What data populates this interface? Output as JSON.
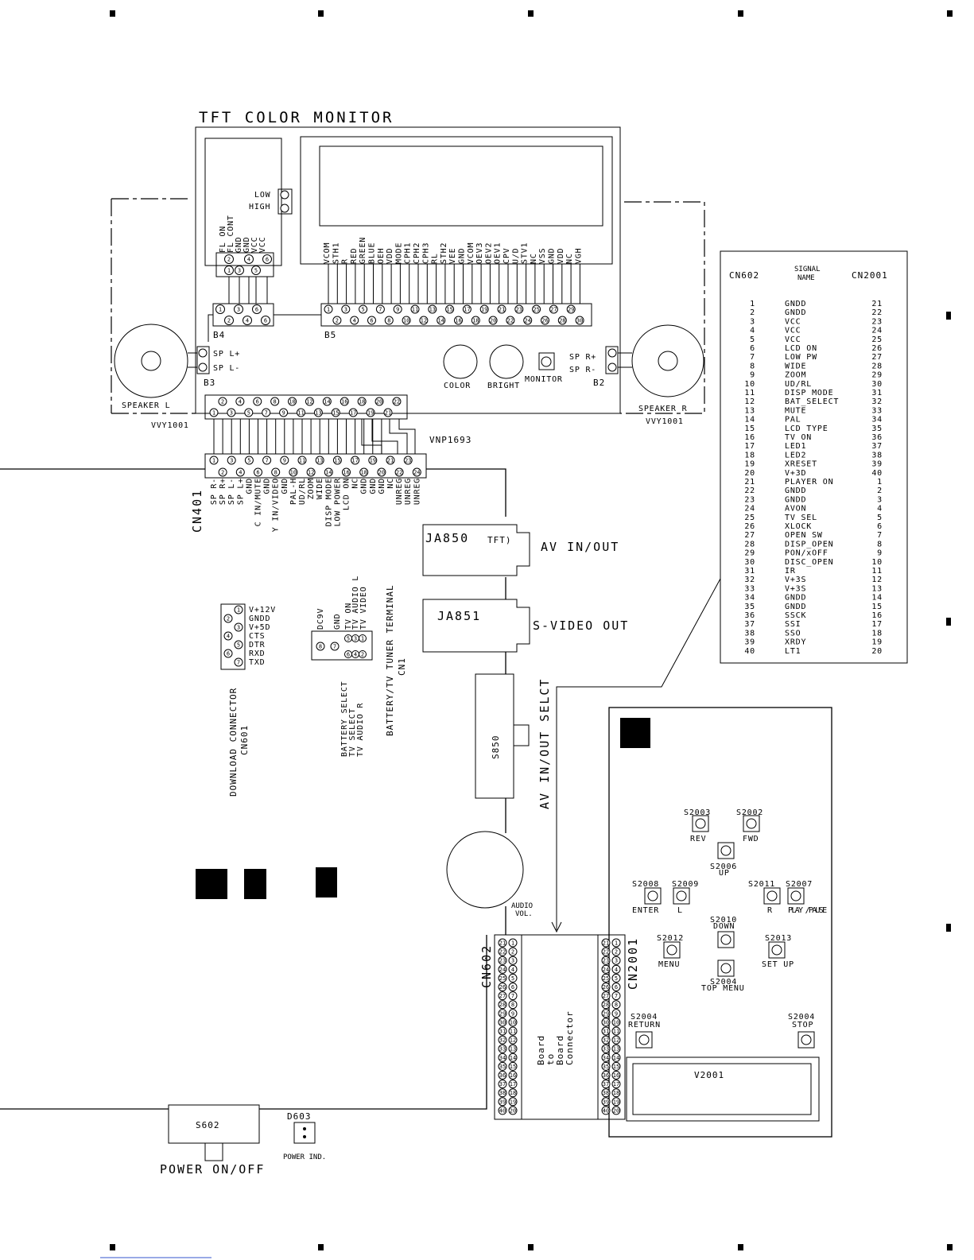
{
  "title": "TFT COLOR MONITOR",
  "monitor": {
    "low": "LOW",
    "high": "HIGH",
    "fl_labels": [
      "FL ON",
      "FL CONT",
      "GND",
      "GND",
      "VCC",
      "VCC"
    ],
    "b4": "B4",
    "b5": "B5",
    "b3": "B3",
    "b2": "B2",
    "b5_signals": [
      "VCOM",
      "STH1",
      "R",
      "RED",
      "GREEN",
      "BLUE",
      "OEH",
      "VDD",
      "MODE",
      "CPH1",
      "CPH2",
      "CPH3",
      "RL",
      "STH2",
      "VEE",
      "GND",
      "VCOM",
      "OEV3",
      "OEV2",
      "OEV1",
      "CPV",
      "U/D",
      "STV1",
      "NC",
      "VSS",
      "GND",
      "VDD",
      "NC",
      "VGH"
    ],
    "sp_left": [
      "SP L+",
      "SP L-"
    ],
    "sp_right": [
      "SP R+",
      "SP R-"
    ],
    "color": "COLOR",
    "bright": "BRIGHT",
    "monitor": "MONITOR",
    "speaker_l": "SPEAKER L",
    "speaker_r": "SPEAKER R",
    "vvy_left": "VVY1001",
    "vvy_right": "VVY1001",
    "vnp": "VNP1693"
  },
  "cn401": {
    "name": "CN401",
    "signals": [
      "SP R-",
      "SP R+",
      "SP L-",
      "SP L+",
      "GND",
      "C IN/MUTE",
      "GND",
      "Y IN/VIDEO",
      "GND",
      "PAL-H",
      "UD/RL",
      "ZOOM",
      "WIDE",
      "DISP MODE",
      "LOW POWER",
      "LCD ON",
      "NC",
      "GND",
      "GND",
      "GND",
      "NC",
      "UNREG",
      "UNREG",
      "UNREG"
    ]
  },
  "jacks": {
    "ja850": "JA850",
    "tft": "TFT)",
    "av_inout": "AV IN/OUT",
    "ja851": "JA851",
    "svideo": "S-VIDEO OUT",
    "s850": "S850",
    "av_select": "AV IN/OUT SELCT",
    "audio_vol": [
      "AUDIO",
      "VOL."
    ]
  },
  "cn601": {
    "signals": [
      "V+12V",
      "GNDD",
      "V+5D",
      "CTS",
      "DTR",
      "RXD",
      "TXD"
    ],
    "label1": "DOWNLOAD CONNECTOR",
    "label2": "CN601"
  },
  "cn1": {
    "top": [
      "DC9V",
      "GND",
      "TV ON",
      "TV AUDIO L",
      "TV VIDEO"
    ],
    "bottom": [
      "BATTERY SELECT",
      "TV SELECT",
      "TV AUDIO R"
    ],
    "label1": "BATTERY/TV TUNER TERMINAL",
    "label2": "CN1"
  },
  "table": {
    "h_left": "CN602",
    "h_mid": [
      "SIGNAL",
      "NAME"
    ],
    "h_right": "CN2001",
    "rows": [
      [
        "1",
        "GNDD",
        "21"
      ],
      [
        "2",
        "GNDD",
        "22"
      ],
      [
        "3",
        "VCC",
        "23"
      ],
      [
        "4",
        "VCC",
        "24"
      ],
      [
        "5",
        "VCC",
        "25"
      ],
      [
        "6",
        "LCD ON",
        "26"
      ],
      [
        "7",
        "LOW PW",
        "27"
      ],
      [
        "8",
        "WIDE",
        "28"
      ],
      [
        "9",
        "ZOOM",
        "29"
      ],
      [
        "10",
        "UD/RL",
        "30"
      ],
      [
        "11",
        "DISP MODE",
        "31"
      ],
      [
        "12",
        "BAT_SELECT",
        "32"
      ],
      [
        "13",
        "MUTE",
        "33"
      ],
      [
        "14",
        "PAL",
        "34"
      ],
      [
        "15",
        "LCD TYPE",
        "35"
      ],
      [
        "16",
        "TV ON",
        "36"
      ],
      [
        "17",
        "LED1",
        "37"
      ],
      [
        "18",
        "LED2",
        "38"
      ],
      [
        "19",
        "XRESET",
        "39"
      ],
      [
        "20",
        "V+3D",
        "40"
      ],
      [
        "21",
        "PLAYER ON",
        "1"
      ],
      [
        "22",
        "GNDD",
        "2"
      ],
      [
        "23",
        "GNDD",
        "3"
      ],
      [
        "24",
        "AVON",
        "4"
      ],
      [
        "25",
        "TV SEL",
        "5"
      ],
      [
        "26",
        "XLOCK",
        "6"
      ],
      [
        "27",
        "OPEN SW",
        "7"
      ],
      [
        "28",
        "DISP_OPEN",
        "8"
      ],
      [
        "29",
        "PON/xOFF",
        "9"
      ],
      [
        "30",
        "DISC_OPEN",
        "10"
      ],
      [
        "31",
        "IR",
        "11"
      ],
      [
        "32",
        "V+3S",
        "12"
      ],
      [
        "33",
        "V+3S",
        "13"
      ],
      [
        "34",
        "GNDD",
        "14"
      ],
      [
        "35",
        "GNDD",
        "15"
      ],
      [
        "36",
        "SSCK",
        "16"
      ],
      [
        "37",
        "SSI",
        "17"
      ],
      [
        "38",
        "SSO",
        "18"
      ],
      [
        "39",
        "XRDY",
        "19"
      ],
      [
        "40",
        "LT1",
        "20"
      ]
    ]
  },
  "panel": {
    "buttons": [
      {
        "id": "S2003",
        "name": "REV"
      },
      {
        "id": "S2002",
        "name": "FWD"
      },
      {
        "id": "S2006",
        "name": "UP"
      },
      {
        "id": "S2008",
        "name": "ENTER"
      },
      {
        "id": "S2009",
        "name": "L"
      },
      {
        "id": "S2011",
        "name": "R"
      },
      {
        "id": "S2007",
        "name": "PLAY /PAUSE"
      },
      {
        "id": "S2010",
        "name": "DOWN"
      },
      {
        "id": "S2012",
        "name": "MENU"
      },
      {
        "id": "S2013",
        "name": "SET UP"
      },
      {
        "id": "S2004",
        "name": "TOP MENU"
      },
      {
        "id": "S2004",
        "name": "RETURN"
      },
      {
        "id": "S2004",
        "name": "STOP"
      }
    ],
    "v2001": "V2001"
  },
  "cn602": "CN602",
  "cn2001": "CN2001",
  "b2b": [
    "Board",
    "to",
    "Board",
    "Connector"
  ],
  "power": {
    "s602": "S602",
    "d603": "D603",
    "power_ind": "POWER IND.",
    "onoff": "POWER ON/OFF"
  }
}
